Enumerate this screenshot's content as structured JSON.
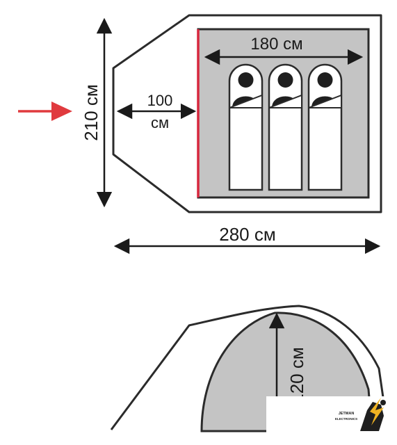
{
  "dimensions": {
    "inner_width": "180 см",
    "vestibule_depth_value": "100",
    "vestibule_depth_unit": "см",
    "total_width": "210 см",
    "total_length": "280 см",
    "height": "120 см"
  },
  "logo": {
    "brand": "JETMAN",
    "sub": "ELECTRONICS"
  },
  "colors": {
    "outline": "#2b2b2b",
    "tent_fill": "#ffffff",
    "floor_fill": "#c4c4c4",
    "sleeping_bag": "#ffffff",
    "door": "#d7263d",
    "entry_arrow": "#e03a3e",
    "logo_accent": "#f0b323"
  },
  "icons": {
    "sleeper": "person-silhouette-icon",
    "entry": "arrow-right-icon"
  },
  "sleepers": 3
}
